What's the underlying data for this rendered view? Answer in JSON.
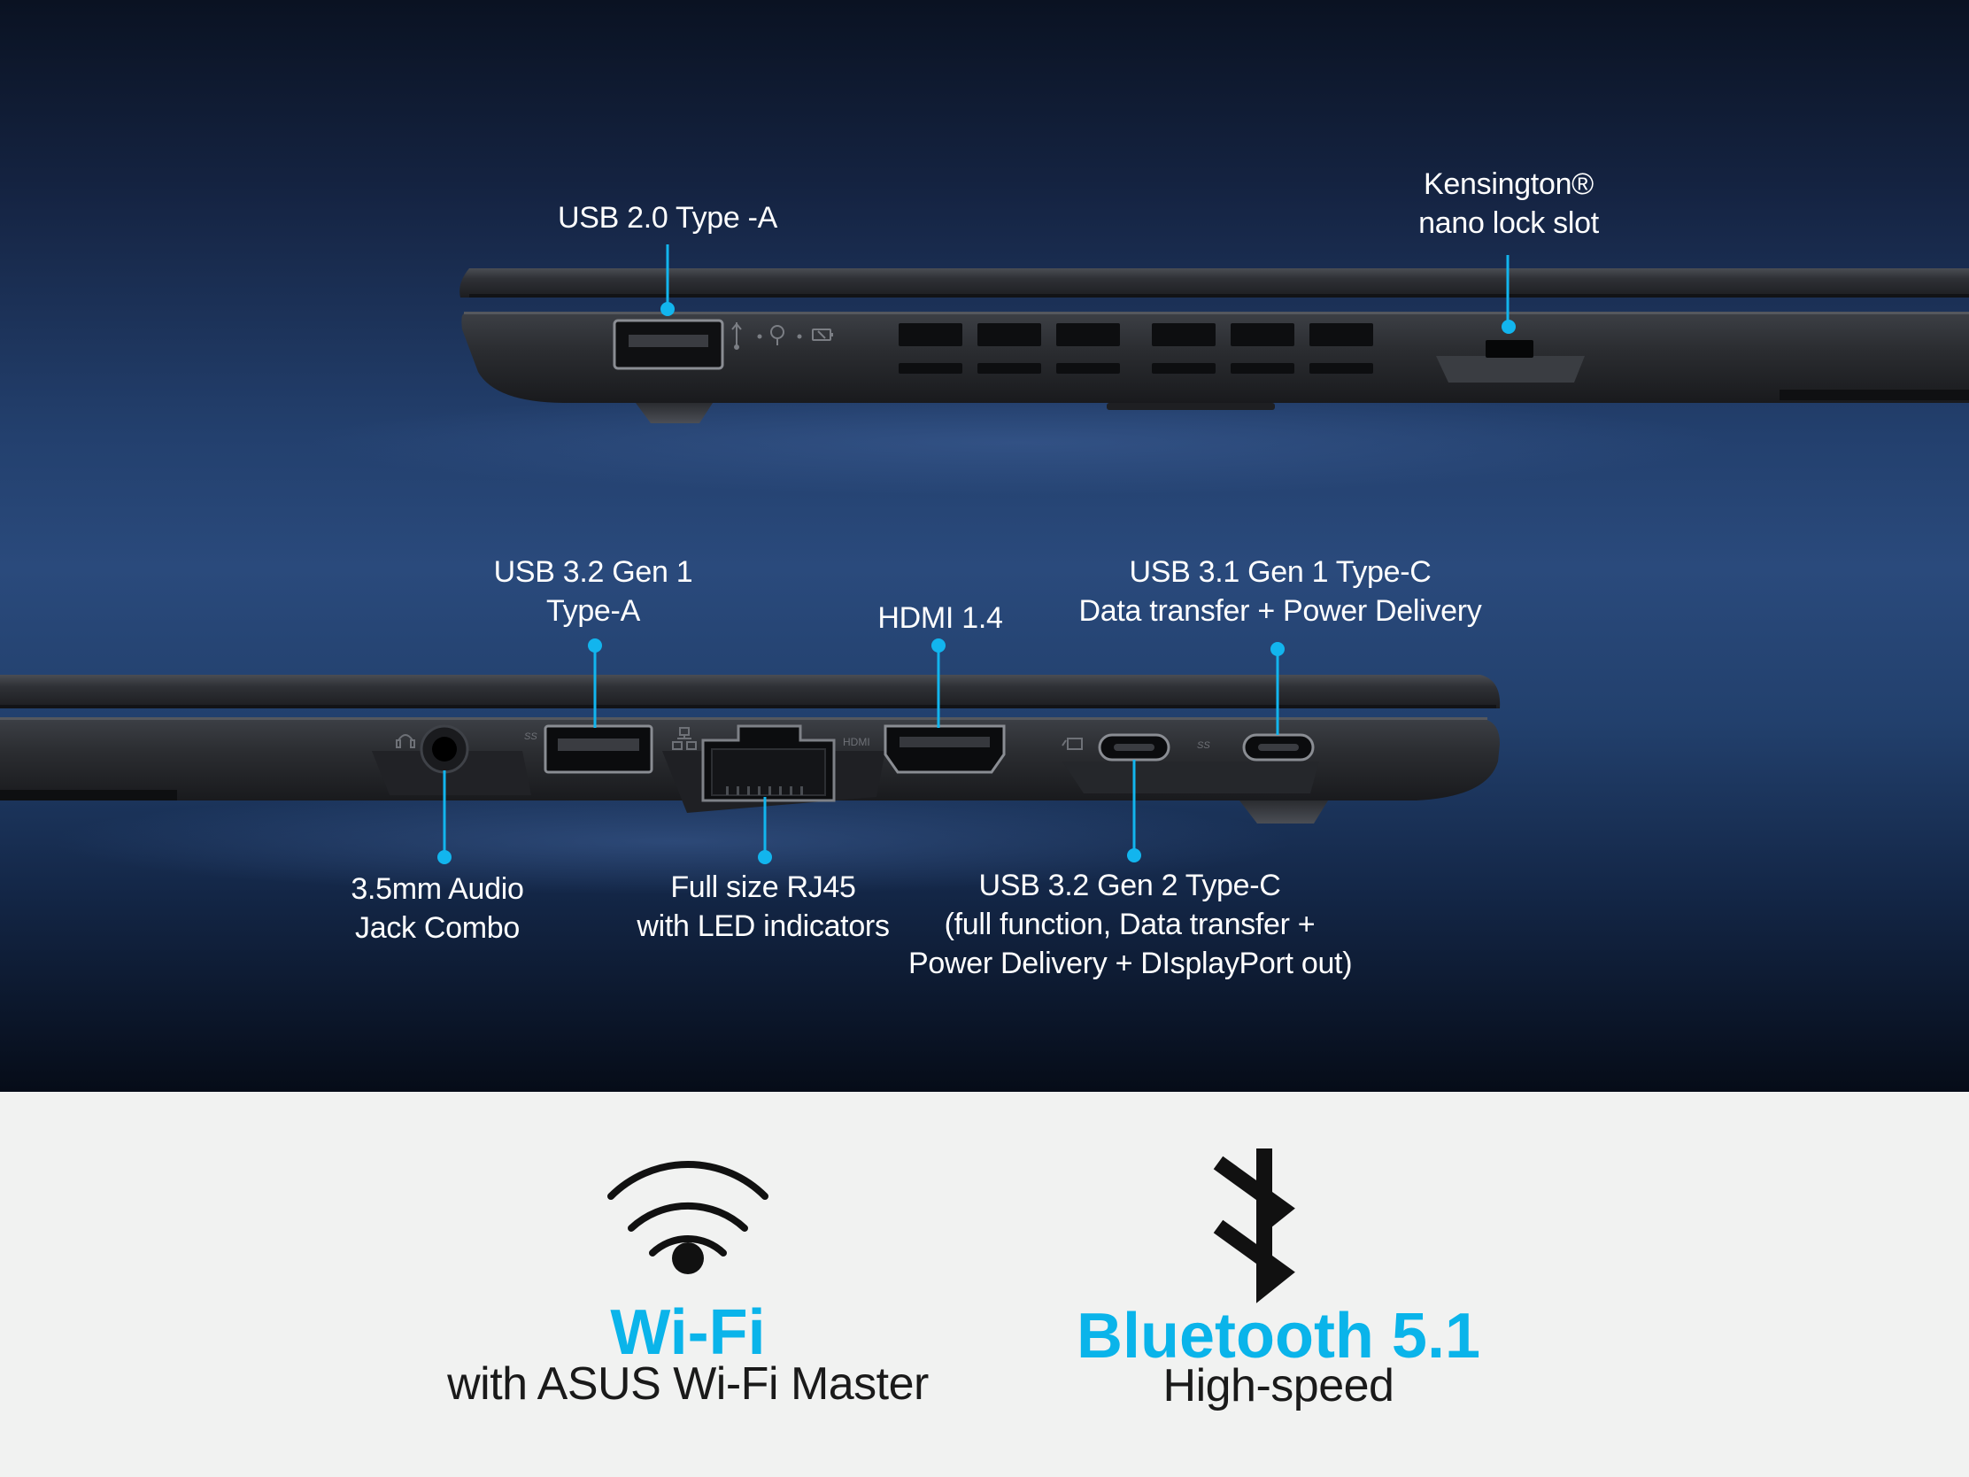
{
  "colors": {
    "accent": "#0ab4ea",
    "callout_line": "#12b5ee",
    "background_top": "#1f3a66",
    "background_bottom": "#f1f2f1",
    "laptop_body": "#2b2d31"
  },
  "top_view": {
    "ports": [
      {
        "name": "usb-2-type-a",
        "lines": [
          "USB 2.0 Type -A"
        ]
      },
      {
        "name": "kensington",
        "lines": [
          "Kensington®",
          "nano lock slot"
        ]
      }
    ],
    "port_icons": [
      "usb-icon",
      "power-light-icon",
      "battery-light-icon"
    ]
  },
  "bottom_view": {
    "ports": [
      {
        "name": "usb-3-2-gen1-type-a",
        "lines": [
          "USB 3.2 Gen 1",
          "Type-A"
        ]
      },
      {
        "name": "hdmi",
        "lines": [
          "HDMI 1.4"
        ]
      },
      {
        "name": "usb-3-1-gen1-type-c",
        "lines": [
          "USB 3.1 Gen 1 Type-C",
          "Data transfer + Power Delivery"
        ]
      },
      {
        "name": "audio-jack",
        "lines": [
          "3.5mm Audio",
          "Jack Combo"
        ]
      },
      {
        "name": "rj45",
        "lines": [
          "Full size RJ45",
          "with LED indicators"
        ]
      },
      {
        "name": "usb-3-2-gen2-type-c",
        "lines": [
          "USB 3.2 Gen 2 Type-C",
          "(full function,  Data transfer +",
          "Power Delivery + DIsplayPort out)"
        ]
      }
    ],
    "port_icons": [
      "headset-icon",
      "ss-usb-icon",
      "network-icon",
      "hdmi-icon",
      "display-port-icon",
      "ss-usb-power-icon"
    ],
    "port_icon_text": {
      "ss": "SS",
      "hdmi": "HDMI"
    }
  },
  "features": {
    "wifi": {
      "icon": "wifi-icon",
      "title": "Wi-Fi",
      "subtitle": "with ASUS Wi-Fi Master"
    },
    "bluetooth": {
      "icon": "bluetooth-icon",
      "title": "Bluetooth 5.1",
      "subtitle": "High-speed"
    }
  }
}
